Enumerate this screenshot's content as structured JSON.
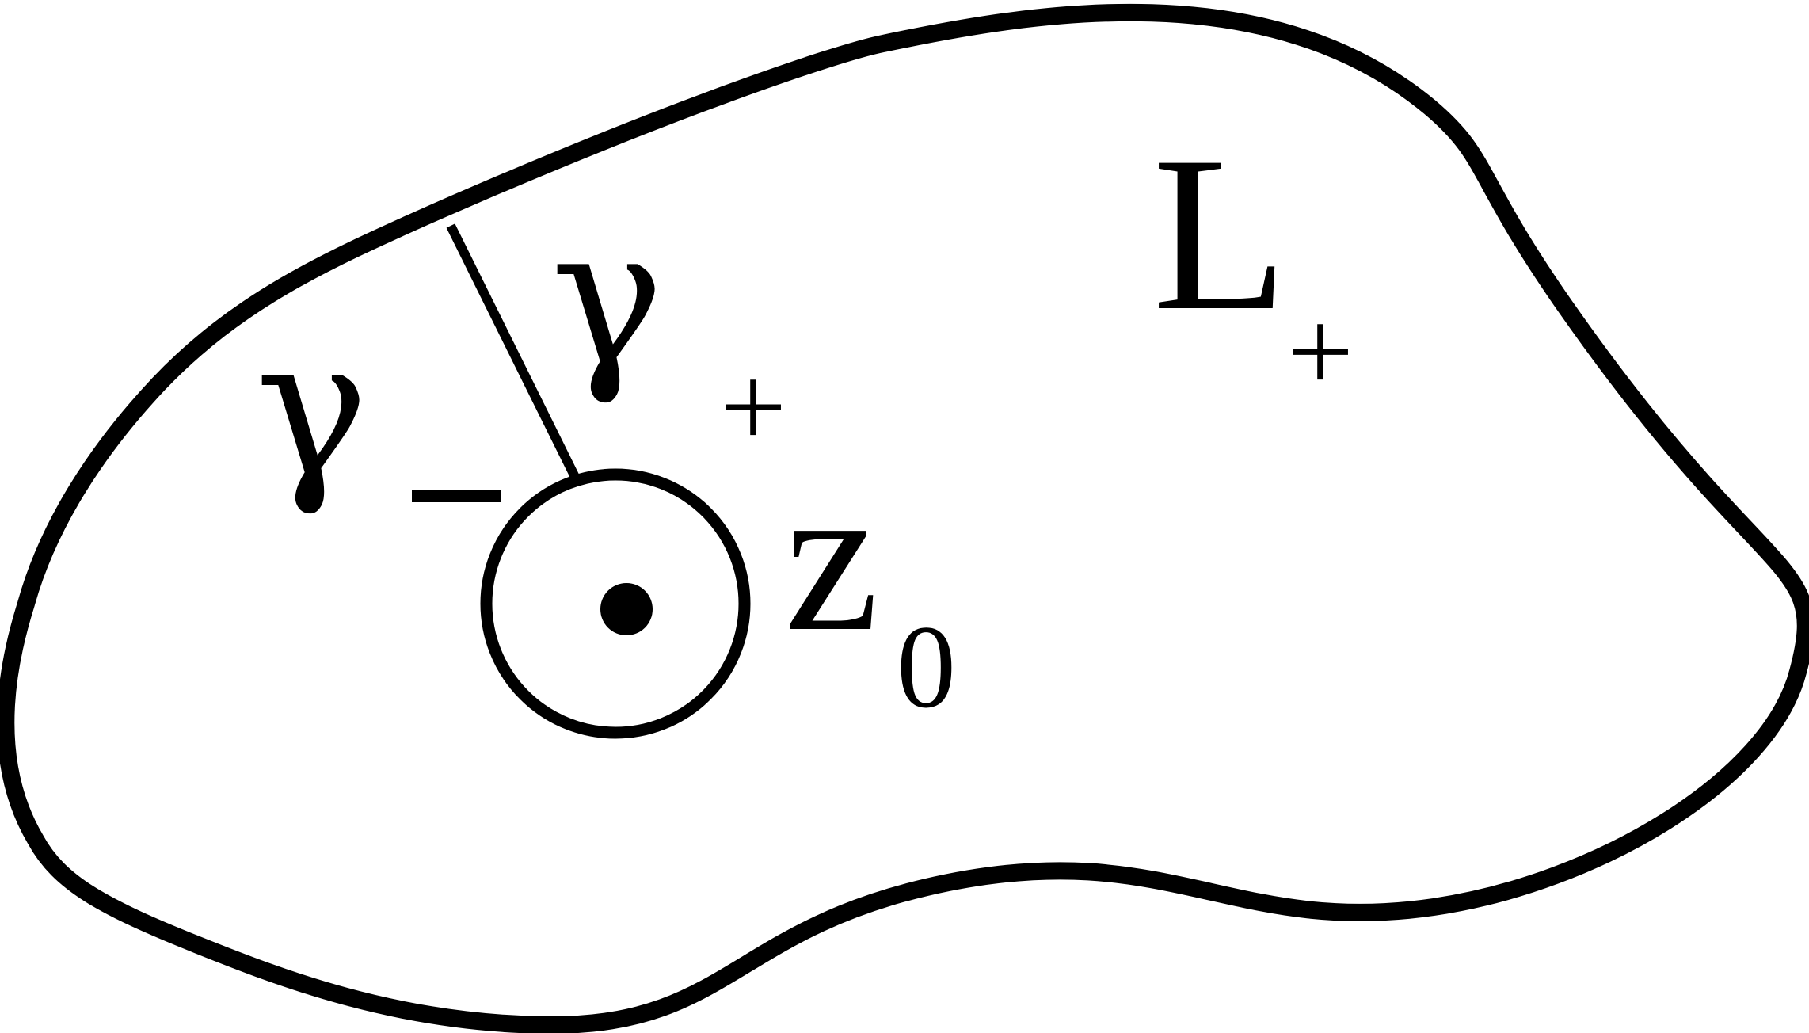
{
  "labels": {
    "region": "L",
    "region_sign": "+",
    "gamma_left": "γ",
    "gamma_left_sign": "−",
    "gamma_right": "γ",
    "gamma_right_sign": "+",
    "point": "z",
    "point_subscript": "0"
  },
  "colors": {
    "ink": "#000000",
    "background": "#ffffff"
  }
}
